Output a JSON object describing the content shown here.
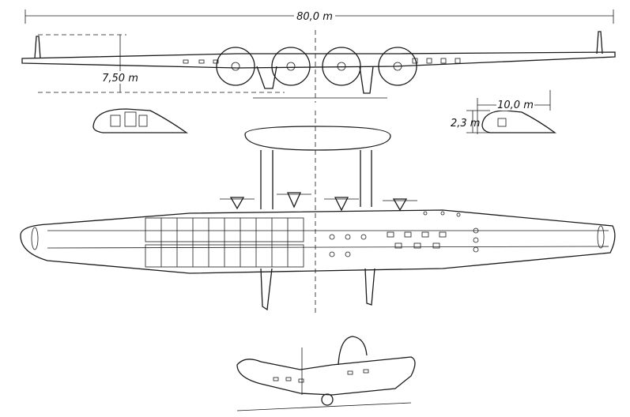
{
  "dimensions": {
    "wingspan": "80,0 m",
    "height": "7,50 m",
    "root_chord": "10,0 m",
    "root_thickness": "2,3 m"
  },
  "colors": {
    "ink": "#1a1a1a",
    "paper": "#ffffff"
  }
}
